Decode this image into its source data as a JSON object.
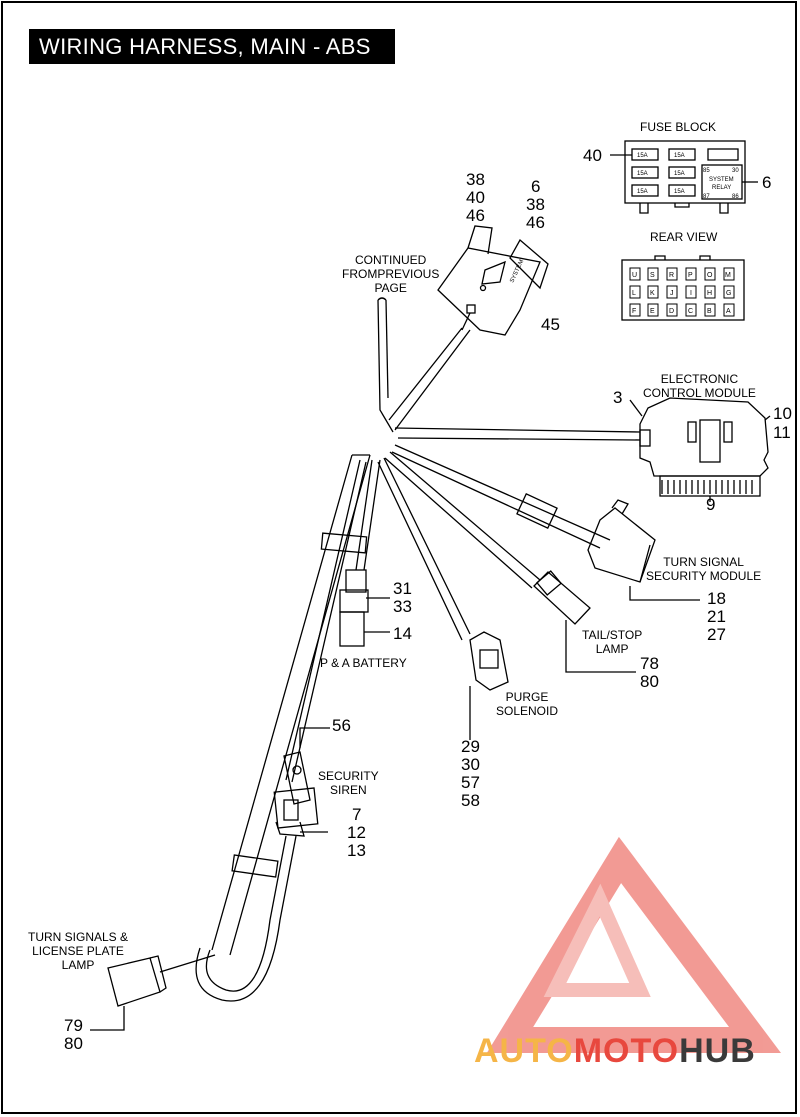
{
  "title": "WIRING HARNESS, MAIN - ABS",
  "labels": {
    "fuse_block": "FUSE BLOCK",
    "rear_view": "REAR VIEW",
    "continued_1": "CONTINUED",
    "continued_2": "FROMPREVIOUS",
    "continued_3": "PAGE",
    "ecm_1": "ELECTRONIC",
    "ecm_2": "CONTROL MODULE",
    "tssm_1": "TURN SIGNAL",
    "tssm_2": "SECURITY MODULE",
    "tail_1": "TAIL/STOP",
    "tail_2": "LAMP",
    "purge_1": "PURGE",
    "purge_2": "SOLENOID",
    "pa_battery": "P & A BATTERY",
    "siren_1": "SECURITY",
    "siren_2": "SIREN",
    "turn_1": "TURN SIGNALS &",
    "turn_2": "LICENSE PLATE",
    "turn_3": "LAMP",
    "system": "SYSTEM",
    "relay": "RELAY",
    "fuse_15a": "15A",
    "pin_85": "85",
    "pin_30": "30",
    "pin_87": "87",
    "pin_86": "86"
  },
  "rear_view_pins": {
    "row1": [
      "U",
      "S",
      "R",
      "P",
      "O",
      "M"
    ],
    "row2": [
      "L",
      "K",
      "J",
      "I",
      "H",
      "G"
    ],
    "row3": [
      "F",
      "E",
      "D",
      "C",
      "B",
      "A"
    ]
  },
  "callouts": {
    "fuse_left": "40",
    "relay_right": "6",
    "conn_a": [
      "38",
      "40",
      "46"
    ],
    "conn_b": [
      "6",
      "38",
      "46"
    ],
    "conn_45": "45",
    "ecm_3": "3",
    "ecm_10": "10",
    "ecm_11": "11",
    "ecm_9": "9",
    "tssm": [
      "18",
      "21",
      "27"
    ],
    "tail": [
      "78",
      "80"
    ],
    "purge": [
      "29",
      "30",
      "57",
      "58"
    ],
    "battery_a": [
      "31",
      "33"
    ],
    "battery_14": "14",
    "siren_56": "56",
    "siren_b": [
      "7",
      "12",
      "13"
    ],
    "turn": [
      "79",
      "80"
    ]
  },
  "watermark": {
    "part1": "AUTO",
    "part2": "MOTO",
    "part3": "HUB"
  },
  "colors": {
    "title_bg": "#000000",
    "title_text": "#ffffff",
    "watermark_red": "#e8483e",
    "watermark_orange": "#f5b547",
    "watermark_dark": "#3a3a3a"
  }
}
